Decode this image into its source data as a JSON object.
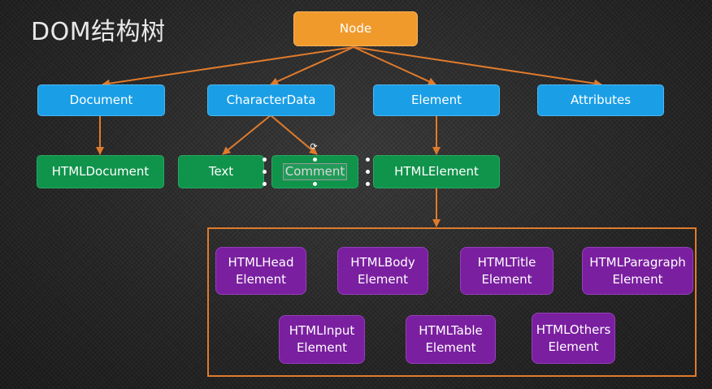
{
  "title": "DOM结构树",
  "root": {
    "label": "Node"
  },
  "level1": {
    "document": "Document",
    "character_data": "CharacterData",
    "element": "Element",
    "attributes": "Attributes"
  },
  "level2": {
    "html_document": "HTMLDocument",
    "text": "Text",
    "comment": "Comment",
    "html_element": "HTMLElement"
  },
  "elements": {
    "head": [
      "HTMLHead",
      "Element"
    ],
    "body": [
      "HTMLBody",
      "Element"
    ],
    "title": [
      "HTMLTitle",
      "Element"
    ],
    "paragraph": [
      "HTMLParagraph",
      "Element"
    ],
    "input": [
      "HTMLInput",
      "Element"
    ],
    "table": [
      "HTMLTable",
      "Element"
    ],
    "others": [
      "HTMLOthers",
      "Element"
    ]
  },
  "colors": {
    "node": "#f19a2c",
    "level1": "#1a9ee6",
    "level2": "#10934b",
    "elements": "#7a1fa0",
    "connector": "#e07b2c"
  }
}
